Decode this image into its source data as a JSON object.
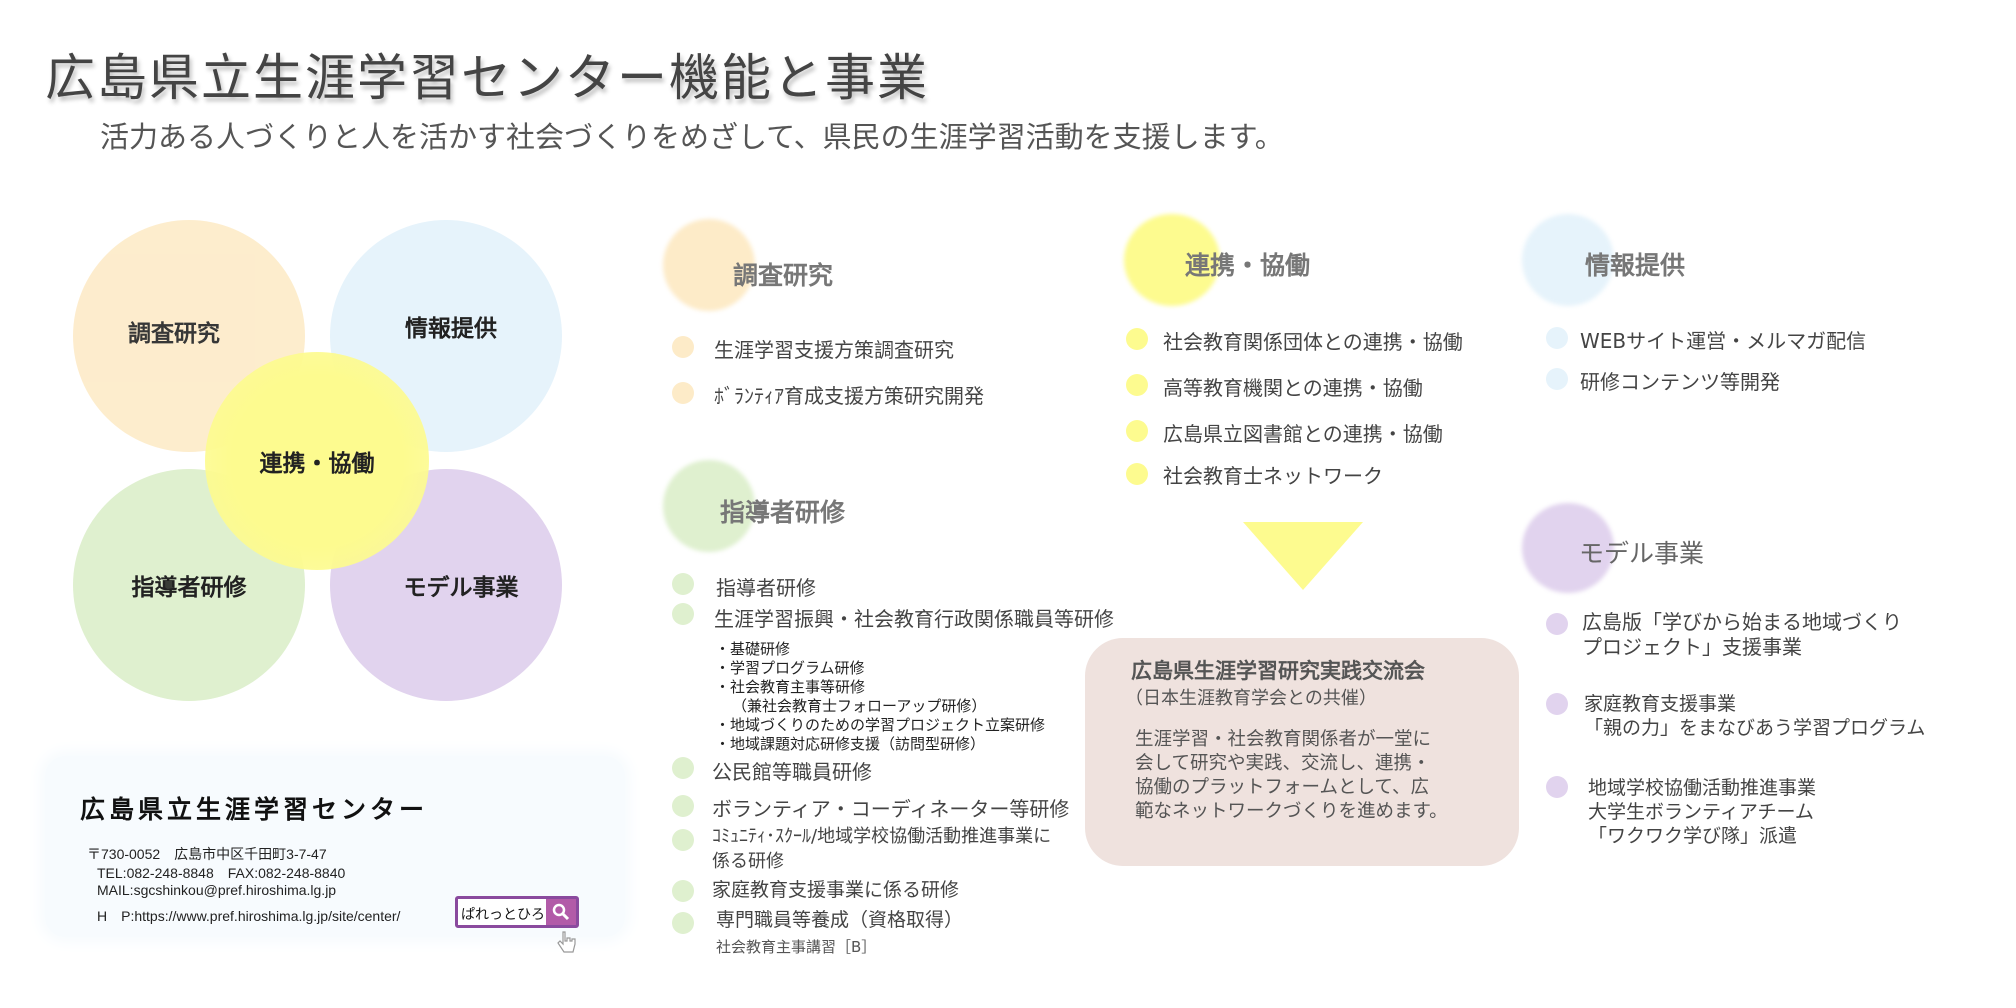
{
  "header": {
    "title": "広島県立生涯学習センター機能と事業",
    "subtitle": "活力ある人づくりと人を活かす社会づくりをめざして、県民の生涯学習活動を支援します。"
  },
  "diagram": {
    "research": "調査研究",
    "info": "情報提供",
    "collab": "連携・協働",
    "training": "指導者研修",
    "model": "モデル事業"
  },
  "colors": {
    "research": "#fdebc8",
    "info": "#e6f3fb",
    "collab": "#fdfb8f",
    "training": "#dff0cf",
    "model": "#e1d3ee",
    "box": "#efe2de"
  },
  "research": {
    "heading": "調査研究",
    "items": [
      "生涯学習支援方策調査研究",
      "ﾎﾞﾗﾝﾃｨｱ育成支援方策研究開発"
    ]
  },
  "training": {
    "heading": "指導者研修",
    "items": [
      "指導者研修",
      "生涯学習振興・社会教育行政関係職員等研修",
      "公民館等職員研修",
      "ボランティア・コーディネーター等研修",
      "ｺﾐｭﾆﾃｨ･ｽｸｰﾙ/地域学校協働活動推進事業に",
      "係る研修",
      "家庭教育支援事業に係る研修",
      "専門職員等養成（資格取得）",
      "社会教育主事講習［B］"
    ],
    "subitems": [
      "・基礎研修",
      "・学習プログラム研修",
      "・社会教育主事等研修",
      "（兼社会教育士フォローアップ研修）",
      "・地域づくりのための学習プロジェクト立案研修",
      "・地域課題対応研修支援（訪問型研修）"
    ]
  },
  "collab": {
    "heading": "連携・協働",
    "items": [
      "社会教育関係団体との連携・協働",
      "高等教育機関との連携・協働",
      "広島県立図書館との連携・協働",
      "社会教育士ネットワーク"
    ]
  },
  "info": {
    "heading": "情報提供",
    "items": [
      "WEBサイト運営・メルマガ配信",
      "研修コンテンツ等開発"
    ]
  },
  "model": {
    "heading": "モデル事業",
    "items": [
      [
        "広島版「学びから始まる地域づくり",
        "プロジェクト」支援事業"
      ],
      [
        "家庭教育支援事業",
        "「親の力」をまなびあう学習プログラム"
      ],
      [
        "地域学校協働活動推進事業",
        "大学生ボランティアチーム",
        "「ワクワク学び隊」派遣"
      ]
    ]
  },
  "exchange": {
    "title": "広島県生涯学習研究実践交流会",
    "subtitle": "（日本生涯教育学会との共催）",
    "body": [
      "生涯学習・社会教育関係者が一堂に",
      "会して研究や実践、交流し、連携・",
      "協働のプラットフォームとして、広",
      "範なネットワークづくりを進めます。"
    ]
  },
  "footer": {
    "name": "広島県立生涯学習センター",
    "address": "〒730-0052　広島市中区千田町3-7-47",
    "tel": "TEL:082-248-8848　FAX:082-248-8840",
    "mail": "MAIL:sgcshinkou@pref.hiroshima.lg.jp",
    "hp": "H　P:https://www.pref.hiroshima.lg.jp/site/center/",
    "search_value": "ぱれっとひろしま",
    "search_icon": "magnifier-icon"
  }
}
